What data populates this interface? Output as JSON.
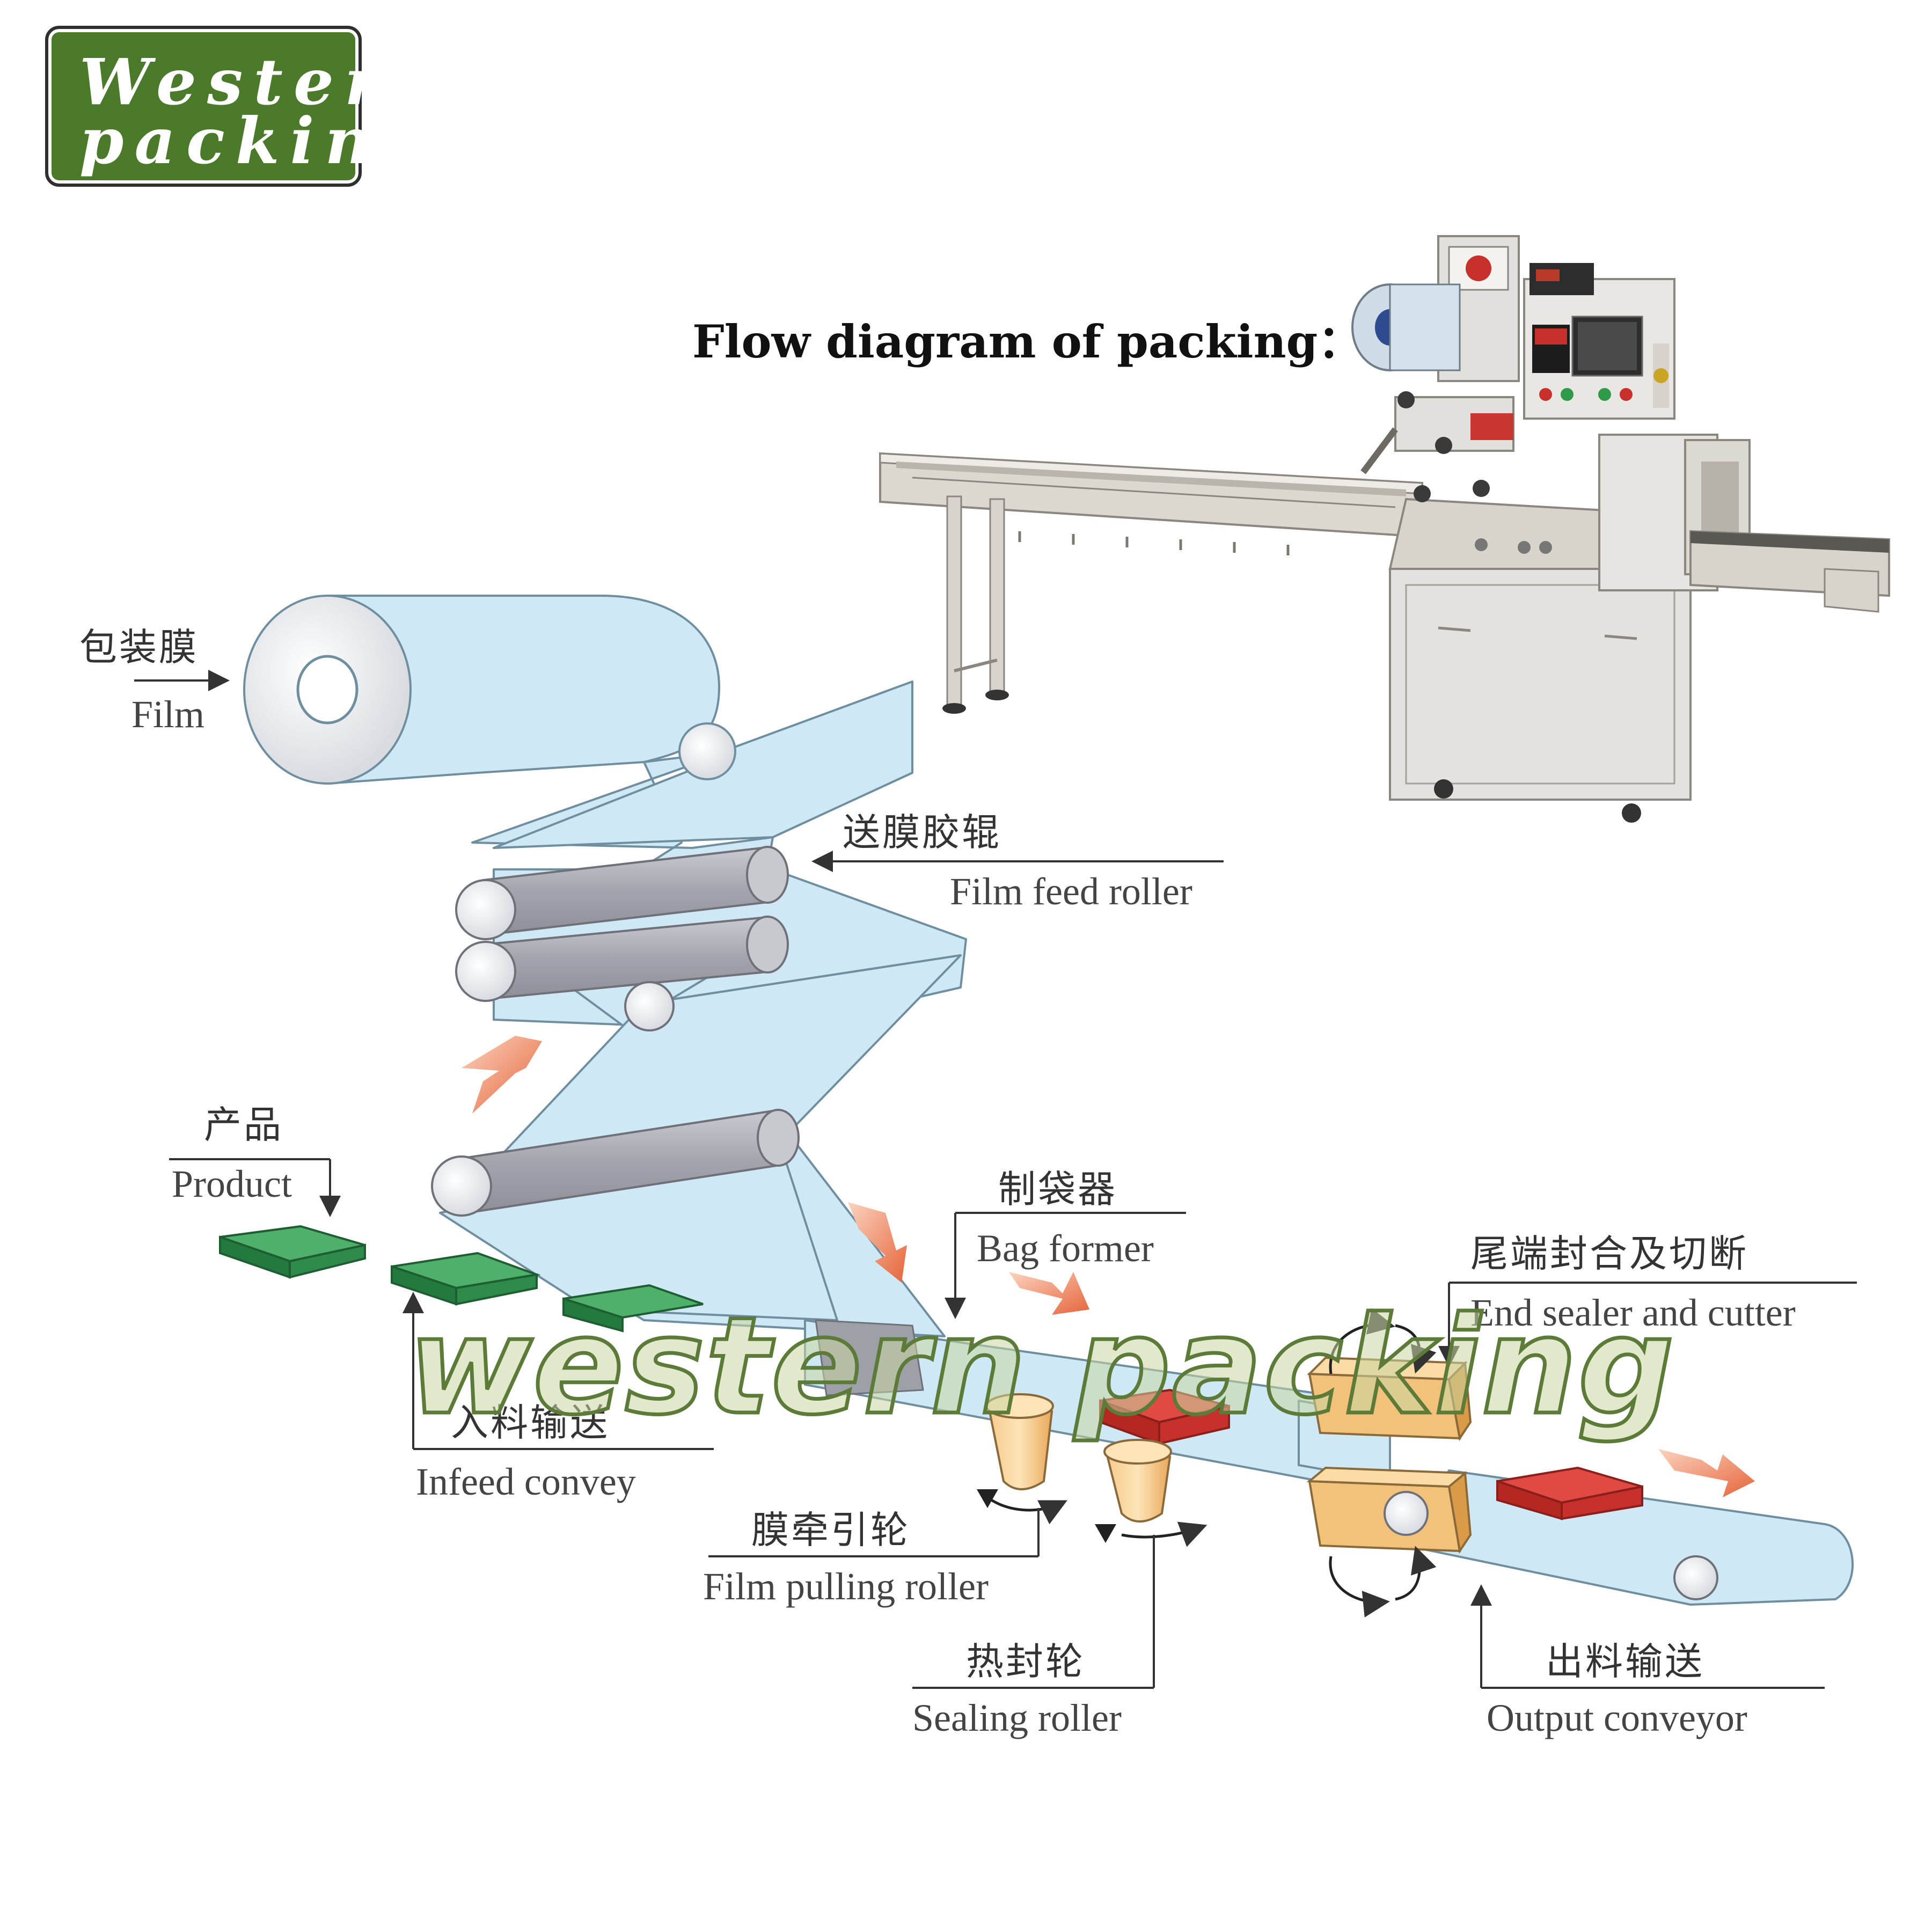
{
  "logo": {
    "line1": "Western",
    "line2": "packing"
  },
  "title": "Flow diagram of packing：",
  "labels": {
    "film": {
      "zh": "包装膜",
      "en": "Film"
    },
    "film_feed": {
      "zh": "送膜胶辊",
      "en": "Film feed roller"
    },
    "product": {
      "zh": "产品",
      "en": "Product"
    },
    "bag_former": {
      "zh": "制袋器",
      "en": "Bag former"
    },
    "end_sealer": {
      "zh": "尾端封合及切断",
      "en": "End sealer and cutter"
    },
    "infeed": {
      "zh": "入料输送",
      "en": "Infeed convey"
    },
    "film_pulling": {
      "zh": "膜牵引轮",
      "en": "Film pulling roller"
    },
    "sealing": {
      "zh": "热封轮",
      "en": "Sealing roller"
    },
    "output": {
      "zh": "出料输送",
      "en": "Output conveyor"
    }
  },
  "watermark": "western packing",
  "colors": {
    "logo_green": "#4b7a2b",
    "film_blue": "#cfe8f6",
    "film_edge": "#6f8ea0",
    "roller_grey": "#a9aab2",
    "product_green": "#2e8b4a",
    "product_red": "#d23a34",
    "sealer_orange": "#f2c27a",
    "arrow_orange": "#e9774a",
    "machine_body": "#e6e4e0"
  }
}
